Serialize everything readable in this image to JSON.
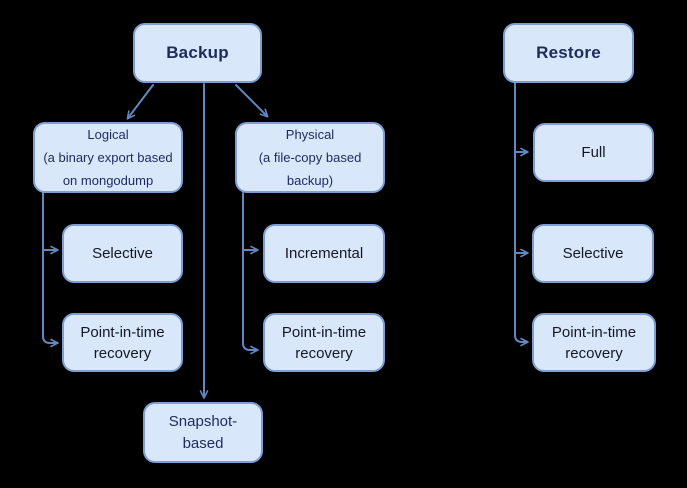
{
  "colors": {
    "background": "#000000",
    "node_fill": "#d9e7fa",
    "node_border": "#7e9dd3",
    "connector": "#6287bf",
    "header_text": "#1e2a5c",
    "label_text": "#141826"
  },
  "nodes": {
    "backup": {
      "label": "Backup"
    },
    "restore": {
      "label": "Restore"
    },
    "logical": {
      "title": "Logical",
      "desc1": "(a binary export based",
      "desc2": "on mongodump"
    },
    "physical": {
      "title": "Physical",
      "desc1": "(a file-copy based",
      "desc2": "backup)"
    },
    "selective_backup": {
      "label": "Selective"
    },
    "pit_backup": {
      "label": "Point-in-time recovery"
    },
    "incremental": {
      "label": "Incremental"
    },
    "pit_physical": {
      "label": "Point-in-time recovery"
    },
    "snapshot": {
      "label": "Snapshot-based"
    },
    "full_restore": {
      "label": "Full"
    },
    "selective_restore": {
      "label": "Selective"
    },
    "pit_restore": {
      "label": "Point-in-time recovery"
    }
  },
  "edges": [
    {
      "from": "Backup",
      "to": "Logical (a binary export based on mongodump"
    },
    {
      "from": "Backup",
      "to": "Physical (a file-copy based backup)"
    },
    {
      "from": "Backup",
      "to": "Snapshot-based"
    },
    {
      "from": "Logical",
      "to": "Selective"
    },
    {
      "from": "Logical",
      "to": "Point-in-time recovery"
    },
    {
      "from": "Physical",
      "to": "Incremental"
    },
    {
      "from": "Physical",
      "to": "Point-in-time recovery"
    },
    {
      "from": "Restore",
      "to": "Full"
    },
    {
      "from": "Restore",
      "to": "Selective"
    },
    {
      "from": "Restore",
      "to": "Point-in-time recovery"
    }
  ]
}
